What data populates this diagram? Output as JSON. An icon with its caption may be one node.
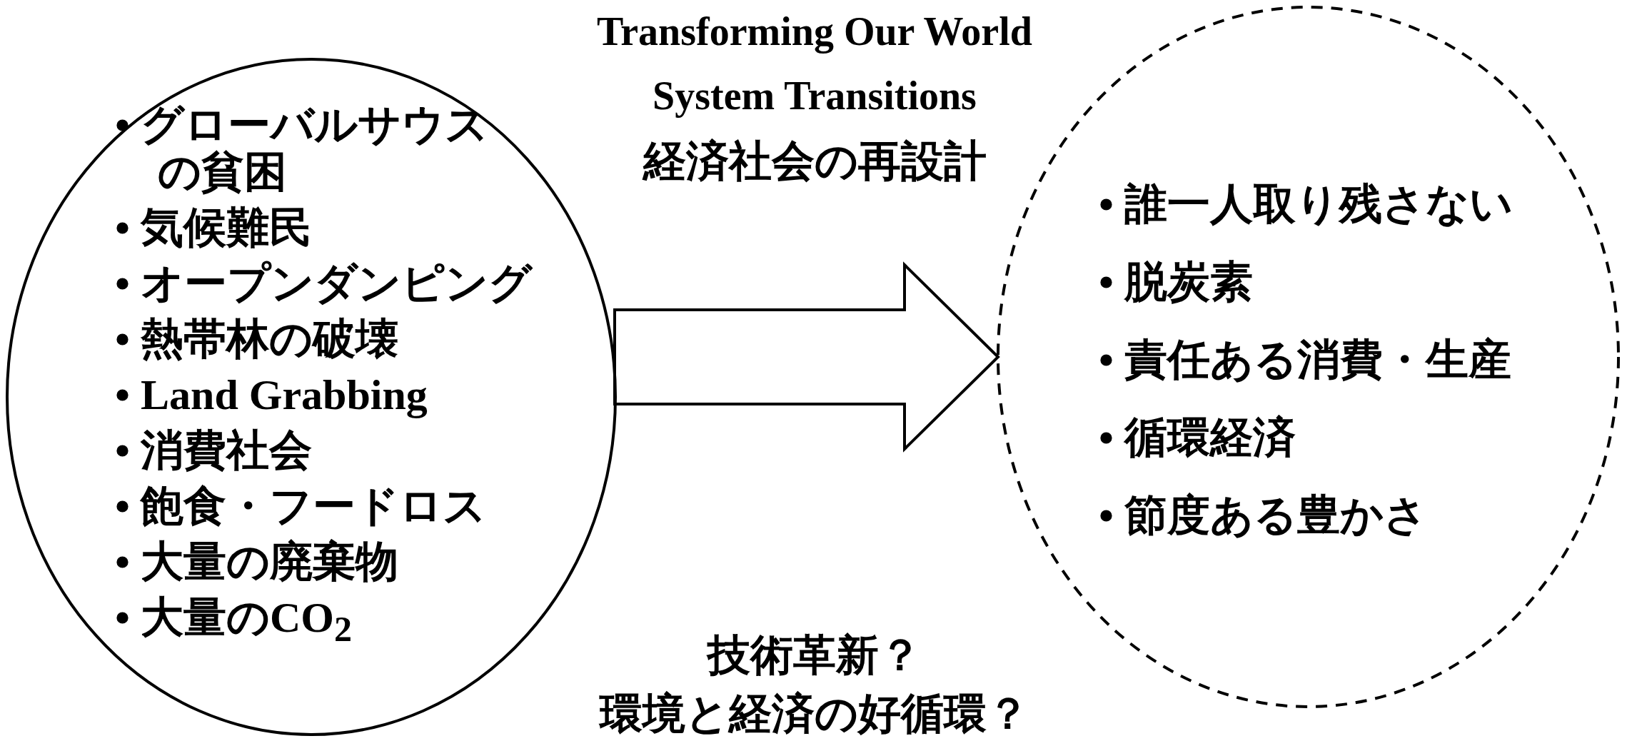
{
  "diagram": {
    "title": "Transforming Our World System Transitions",
    "nodes": [
      {
        "text": [
          "• グローバルサウスの貧困",
          "• 気候難民",
          "• オープンダンピング",
          "• 熱帯林の破壊",
          "• Land Grabbing",
          "• 消費社会",
          "• 飽食・フードロス",
          "• 大量の廃棄物",
          "• 大量のCO$_{2}$"
        ]
      },
      {
        "text": [
          "• 誰一人取り残さない",
          "• 脱炭素",
          "• 責任ある消費・生産",
          "• 循環経済",
          "• 節度ある豊かさ"
        ]
      }
    ],
    "edges": [
      {
        "from": 0,
        "to": 1,
        "arrow": "to",
        "style": "thick"
      }
    ],
    "labels": [
      "経済社会の再設計",
      "技術革新？",
      "環境と経済の好循環？"
    ]
  }
}
